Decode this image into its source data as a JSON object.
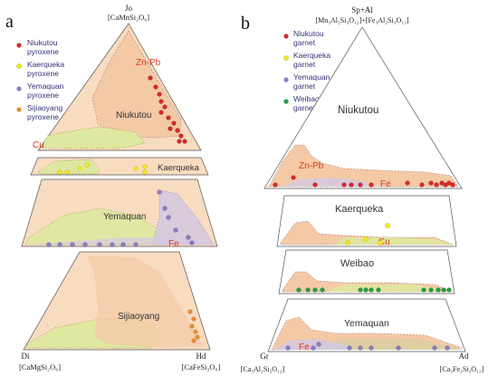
{
  "panel_a": {
    "letter": "a",
    "apex_top": [
      "Jo",
      "[CaMnSi₂O₆]"
    ],
    "apex_left": [
      "Di",
      "[CaMgSi₂O₆]"
    ],
    "apex_right": [
      "Hd",
      "[CaFeSi₂O₆]"
    ],
    "legend": [
      {
        "lines": [
          "Niukutou",
          "pyroxene"
        ],
        "color": "#d42a2a"
      },
      {
        "lines": [
          "Kaerqueka",
          "pyroxene"
        ],
        "color": "#f2e82a"
      },
      {
        "lines": [
          "Yemaquan",
          "pyroxene"
        ],
        "color": "#8a7ec0"
      },
      {
        "lines": [
          "Sijiaoyang",
          "pyroxene"
        ],
        "color": "#ec8b2e"
      }
    ],
    "deposits": [
      "Niukutou",
      "Kaerqueka",
      "Yemaquan",
      "Sijiaoyang"
    ],
    "fields": {
      "znpb": "Zn-Pb",
      "cu": "Cu",
      "fe": "Fe"
    }
  },
  "panel_b": {
    "letter": "b",
    "apex_top": [
      "Sp+Al",
      "[Mn₃Al₂Si₃O₁₂]+[Fe₃Al₂Si₃O₁₂]"
    ],
    "apex_left": [
      "Gr",
      "[Ca₃Al₂Si₃O₁₂]"
    ],
    "apex_right": [
      "Ad",
      "[Ca₃Fe₂Si₃O₁₂]"
    ],
    "legend": [
      {
        "lines": [
          "Niukutou",
          "garnet"
        ],
        "color": "#d42a2a"
      },
      {
        "lines": [
          "Kaerqueka",
          "garnet"
        ],
        "color": "#f2e82a"
      },
      {
        "lines": [
          "Yemaquan",
          "garnet"
        ],
        "color": "#8a7ec0"
      },
      {
        "lines": [
          "Weibao",
          "garnet"
        ],
        "color": "#2a9a4a"
      }
    ],
    "deposits": [
      "Niukutou",
      "Kaerqueka",
      "Weibao",
      "Yemaquan"
    ],
    "fields": {
      "znpb": "Zn-Pb",
      "cu": "Cu",
      "fe": "Fe"
    }
  },
  "colors": {
    "triangle_fill": "#f8dcc0",
    "znpb_field": "#f4c9a6",
    "cu_field": "#dfe8a0",
    "fe_field": "#d4c8e2",
    "niukutou": "#d42a2a",
    "kaerqueka": "#f2e82a",
    "yemaquan": "#8a7ec0",
    "sijiaoyang": "#ec8b2e",
    "weibao": "#2a9a4a"
  }
}
